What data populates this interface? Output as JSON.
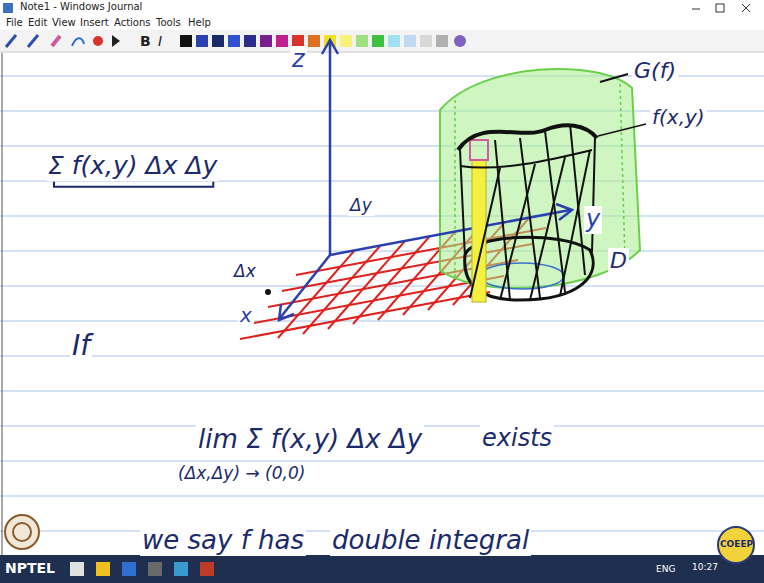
{
  "diagram": {
    "labels": [
      "Note1 - Windows Journal",
      "File",
      "Edit",
      "View",
      "Insert",
      "Actions",
      "Tools",
      "Help",
      "B",
      "I",
      "z",
      "y",
      "x",
      "Δy",
      "Δx",
      "G(f)",
      "f(x,y)",
      "D",
      "Σ f(x,y) Δx Δy",
      "If",
      "lim Σ f(x,y) Δx Δy",
      "exists",
      "(Δx,Δy) → (0,0)",
      "we say f has",
      "double integral",
      "NPTEL",
      "ENG",
      "10:27",
      "COEEP"
    ]
  }
}
